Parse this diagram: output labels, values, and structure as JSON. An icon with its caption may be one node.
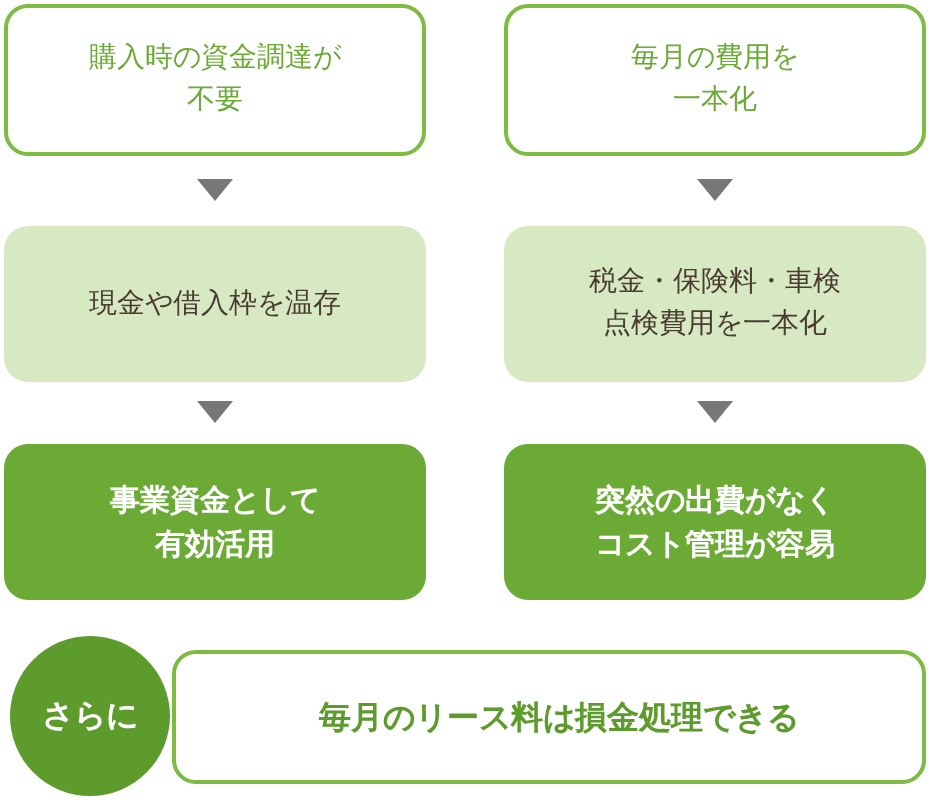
{
  "diagram": {
    "nodes": [
      {
        "text": [
          "購入時の資金調達が不要"
        ]
      },
      {
        "text": [
          "毎月の費用を一本化"
        ]
      },
      {
        "text": [
          "現金や借入枠を温存"
        ]
      },
      {
        "text": [
          "税金・保険料・車検点検費用を一本化"
        ]
      },
      {
        "text": [
          "事業資金として有効活用"
        ]
      },
      {
        "text": [
          "突然の出費がなくコスト管理が容易"
        ]
      },
      {
        "text": [
          "さらに"
        ]
      },
      {
        "text": [
          "毎月のリース料は損金処理できる"
        ]
      }
    ],
    "edges": [
      {
        "from": 0,
        "to": 2,
        "arrow": "to"
      },
      {
        "from": 1,
        "to": 3,
        "arrow": "to"
      },
      {
        "from": 2,
        "to": 4,
        "arrow": "to"
      },
      {
        "from": 3,
        "to": 5,
        "arrow": "to"
      }
    ]
  }
}
